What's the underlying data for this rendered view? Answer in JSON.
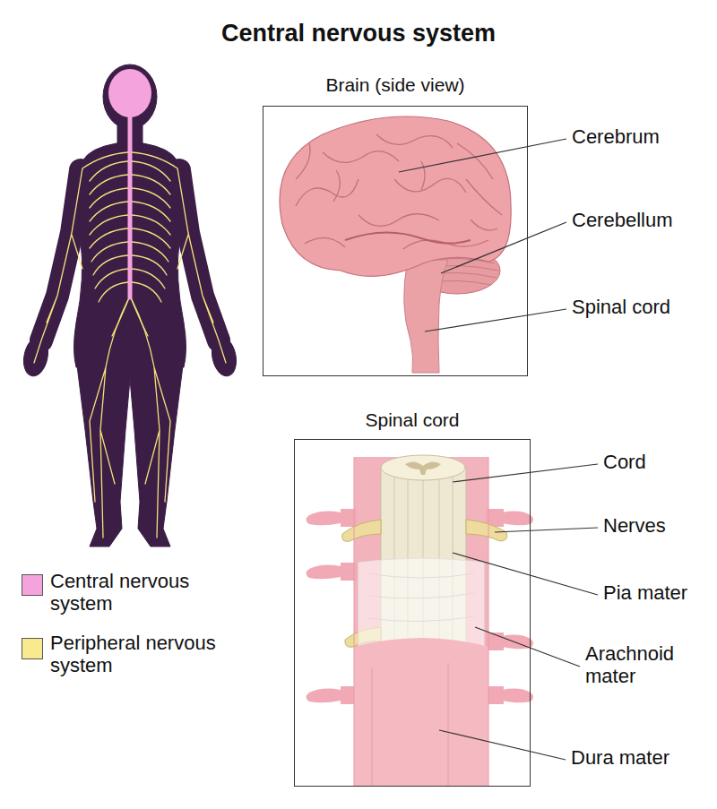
{
  "diagram": {
    "title": "Central nervous system",
    "nodes": [
      {
        "text": [
          "Brain (side view)"
        ]
      },
      {
        "text": [
          "Spinal cord"
        ]
      }
    ],
    "labels": [
      "Cerebrum",
      "Cerebellum",
      "Spinal cord",
      "Cord",
      "Nerves",
      "Pia mater",
      "Arachnoid mater",
      "Dura mater"
    ],
    "legend": [
      {
        "text": "Central nervous system",
        "color": "#f5a3dc"
      },
      {
        "text": "Peripheral nervous system",
        "color": "#f9e98f"
      }
    ]
  }
}
